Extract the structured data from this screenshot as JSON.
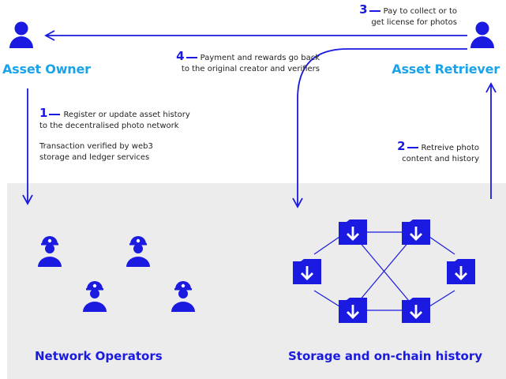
{
  "colors": {
    "primary": "#1a1ae0",
    "label_accent": "#1aa3e8",
    "panel_bg": "#ececec"
  },
  "actors": {
    "owner": {
      "label": "Asset Owner",
      "icon": "person-icon"
    },
    "retriever": {
      "label": "Asset Retriever",
      "icon": "person-icon"
    }
  },
  "steps": [
    {
      "number": "1",
      "lines": [
        "Register or update asset history",
        "to the decentralised photo network"
      ]
    },
    {
      "number": "2",
      "lines": [
        "Retreive photo",
        "content and history"
      ]
    },
    {
      "number": "3",
      "lines": [
        "Pay to collect or to",
        "get license for photos"
      ]
    },
    {
      "number": "4",
      "lines": [
        "Payment and rewards go back",
        "to the original creator and verifiers"
      ]
    }
  ],
  "verification_note": [
    "Transaction verified by web3",
    "storage and ledger services"
  ],
  "sections": {
    "operators": {
      "title": "Network Operators",
      "icon": "miner-person-icon"
    },
    "storage": {
      "title": "Storage and on-chain history",
      "icon": "download-folder-icon"
    }
  }
}
